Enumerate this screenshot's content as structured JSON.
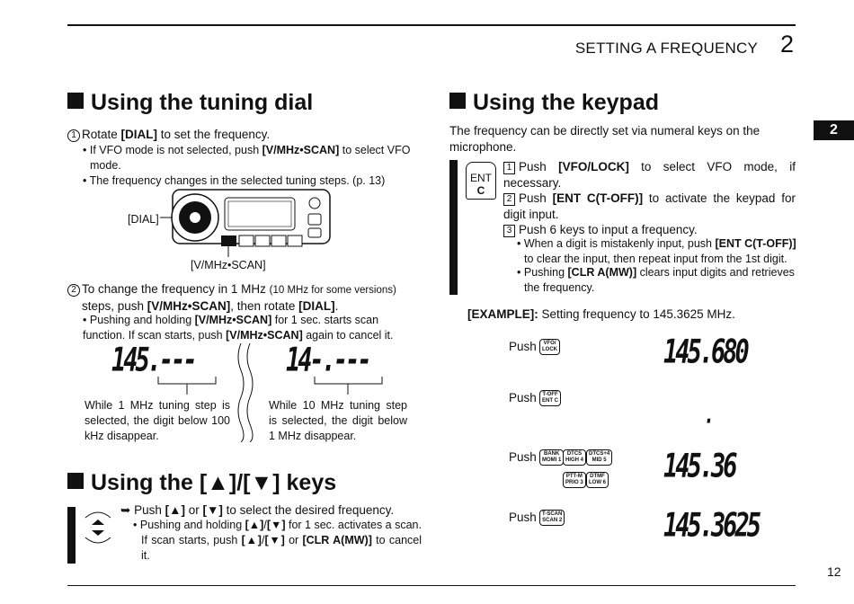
{
  "header": {
    "title": "SETTING A FREQUENCY",
    "chapter": "2"
  },
  "side_tab": "2",
  "page_number": "12",
  "dial_section": {
    "heading": "Using the tuning dial",
    "step1_num": "1",
    "step1_pre": "Rotate ",
    "step1_key": "[DIAL]",
    "step1_post": " to set the frequency.",
    "bullet1_pre": "If VFO mode is not selected, push ",
    "bullet1_key": "[V/MHz•SCAN]",
    "bullet1_post": " to select VFO mode.",
    "bullet2": "The frequency changes in the selected tuning steps. (p. 13)",
    "label_dial": "[DIAL]",
    "label_vmhz": "[V/MHz•SCAN]",
    "step2_num": "2",
    "step2_a": "To change the frequency in 1 MHz ",
    "step2_small": "(10 MHz for some versions)",
    "step2_b": "steps, push ",
    "step2_key1": "[V/MHz•SCAN]",
    "step2_c": ", then rotate ",
    "step2_key2": "[DIAL]",
    "step2_d": ".",
    "bullet3_pre": "Pushing and holding ",
    "bullet3_key1": "[V/MHz•SCAN]",
    "bullet3_mid": " for 1 sec. starts scan function. If scan starts, push ",
    "bullet3_key2": "[V/MHz•SCAN]",
    "bullet3_post": " again to cancel it.",
    "lcd1": "145.---",
    "lcd2": "14-.---",
    "caption1": "While 1 MHz tuning step is selected, the digit below 100 kHz disappear.",
    "caption2": "While 10 MHz tuning step is selected, the digit below 1 MHz disappear."
  },
  "keys_section": {
    "heading": "Using the [▲]/[▼] keys",
    "arrow_icon_text": "▲▼",
    "line1_pre": "Push ",
    "line1_k1": "[▲]",
    "line1_mid": " or ",
    "line1_k2": "[▼]",
    "line1_post": " to select the desired frequency.",
    "bullet_pre": "Pushing and holding ",
    "bullet_k1": "[▲]",
    "bullet_slash": "/",
    "bullet_k2": "[▼]",
    "bullet_mid": " for 1 sec. activates a scan. If scan starts, push ",
    "bullet_k3": "[▲]",
    "bullet_slash2": "/",
    "bullet_k4": "[▼]",
    "bullet_or": " or ",
    "bullet_k5": "[CLR A(MW)]",
    "bullet_post": " to cancel it."
  },
  "keypad_section": {
    "heading": "Using the keypad",
    "intro": "The frequency can be directly set via numeral keys on the microphone.",
    "icon_top": "ENT",
    "icon_bottom": "C",
    "step1_num": "1",
    "step1_pre": "Push ",
    "step1_key": "[VFO/LOCK]",
    "step1_post": " to select VFO mode, if necessary.",
    "step2_num": "2",
    "step2_pre": "Push ",
    "step2_key": "[ENT C(T-OFF)]",
    "step2_post": " to activate the keypad for digit input.",
    "step3_num": "3",
    "step3": "Push 6 keys to input a frequency.",
    "b1_pre": "When a digit is mistakenly input, push ",
    "b1_key": "[ENT C(T-OFF)]",
    "b1_post": " to clear the input, then repeat input from the 1st digit.",
    "b2_pre": "Pushing ",
    "b2_key": "[CLR A(MW)]",
    "b2_post": " clears input digits and retrieves the frequency.",
    "example_label": "[EXAMPLE]:",
    "example_text": " Setting frequency to 145.3625 MHz.",
    "push": "Push",
    "rows": [
      {
        "keys": [
          [
            "VFO/",
            "LOCK"
          ]
        ],
        "display": "145.680"
      },
      {
        "keys": [
          [
            "T-OFF",
            "ENT C"
          ]
        ],
        "display": "."
      },
      {
        "keys": [
          [
            "BANK",
            "MOMI 1"
          ],
          [
            "DTCS",
            "HIGH 4"
          ],
          [
            "DTCS+4",
            "MID 5"
          ],
          [
            "PTT-M",
            "PRIO 3"
          ],
          [
            "DTMF",
            "LOW 6"
          ]
        ],
        "display": "145.36"
      },
      {
        "keys": [
          [
            "T-SCAN",
            "SCAN 2"
          ]
        ],
        "display": "145.3625"
      }
    ]
  }
}
